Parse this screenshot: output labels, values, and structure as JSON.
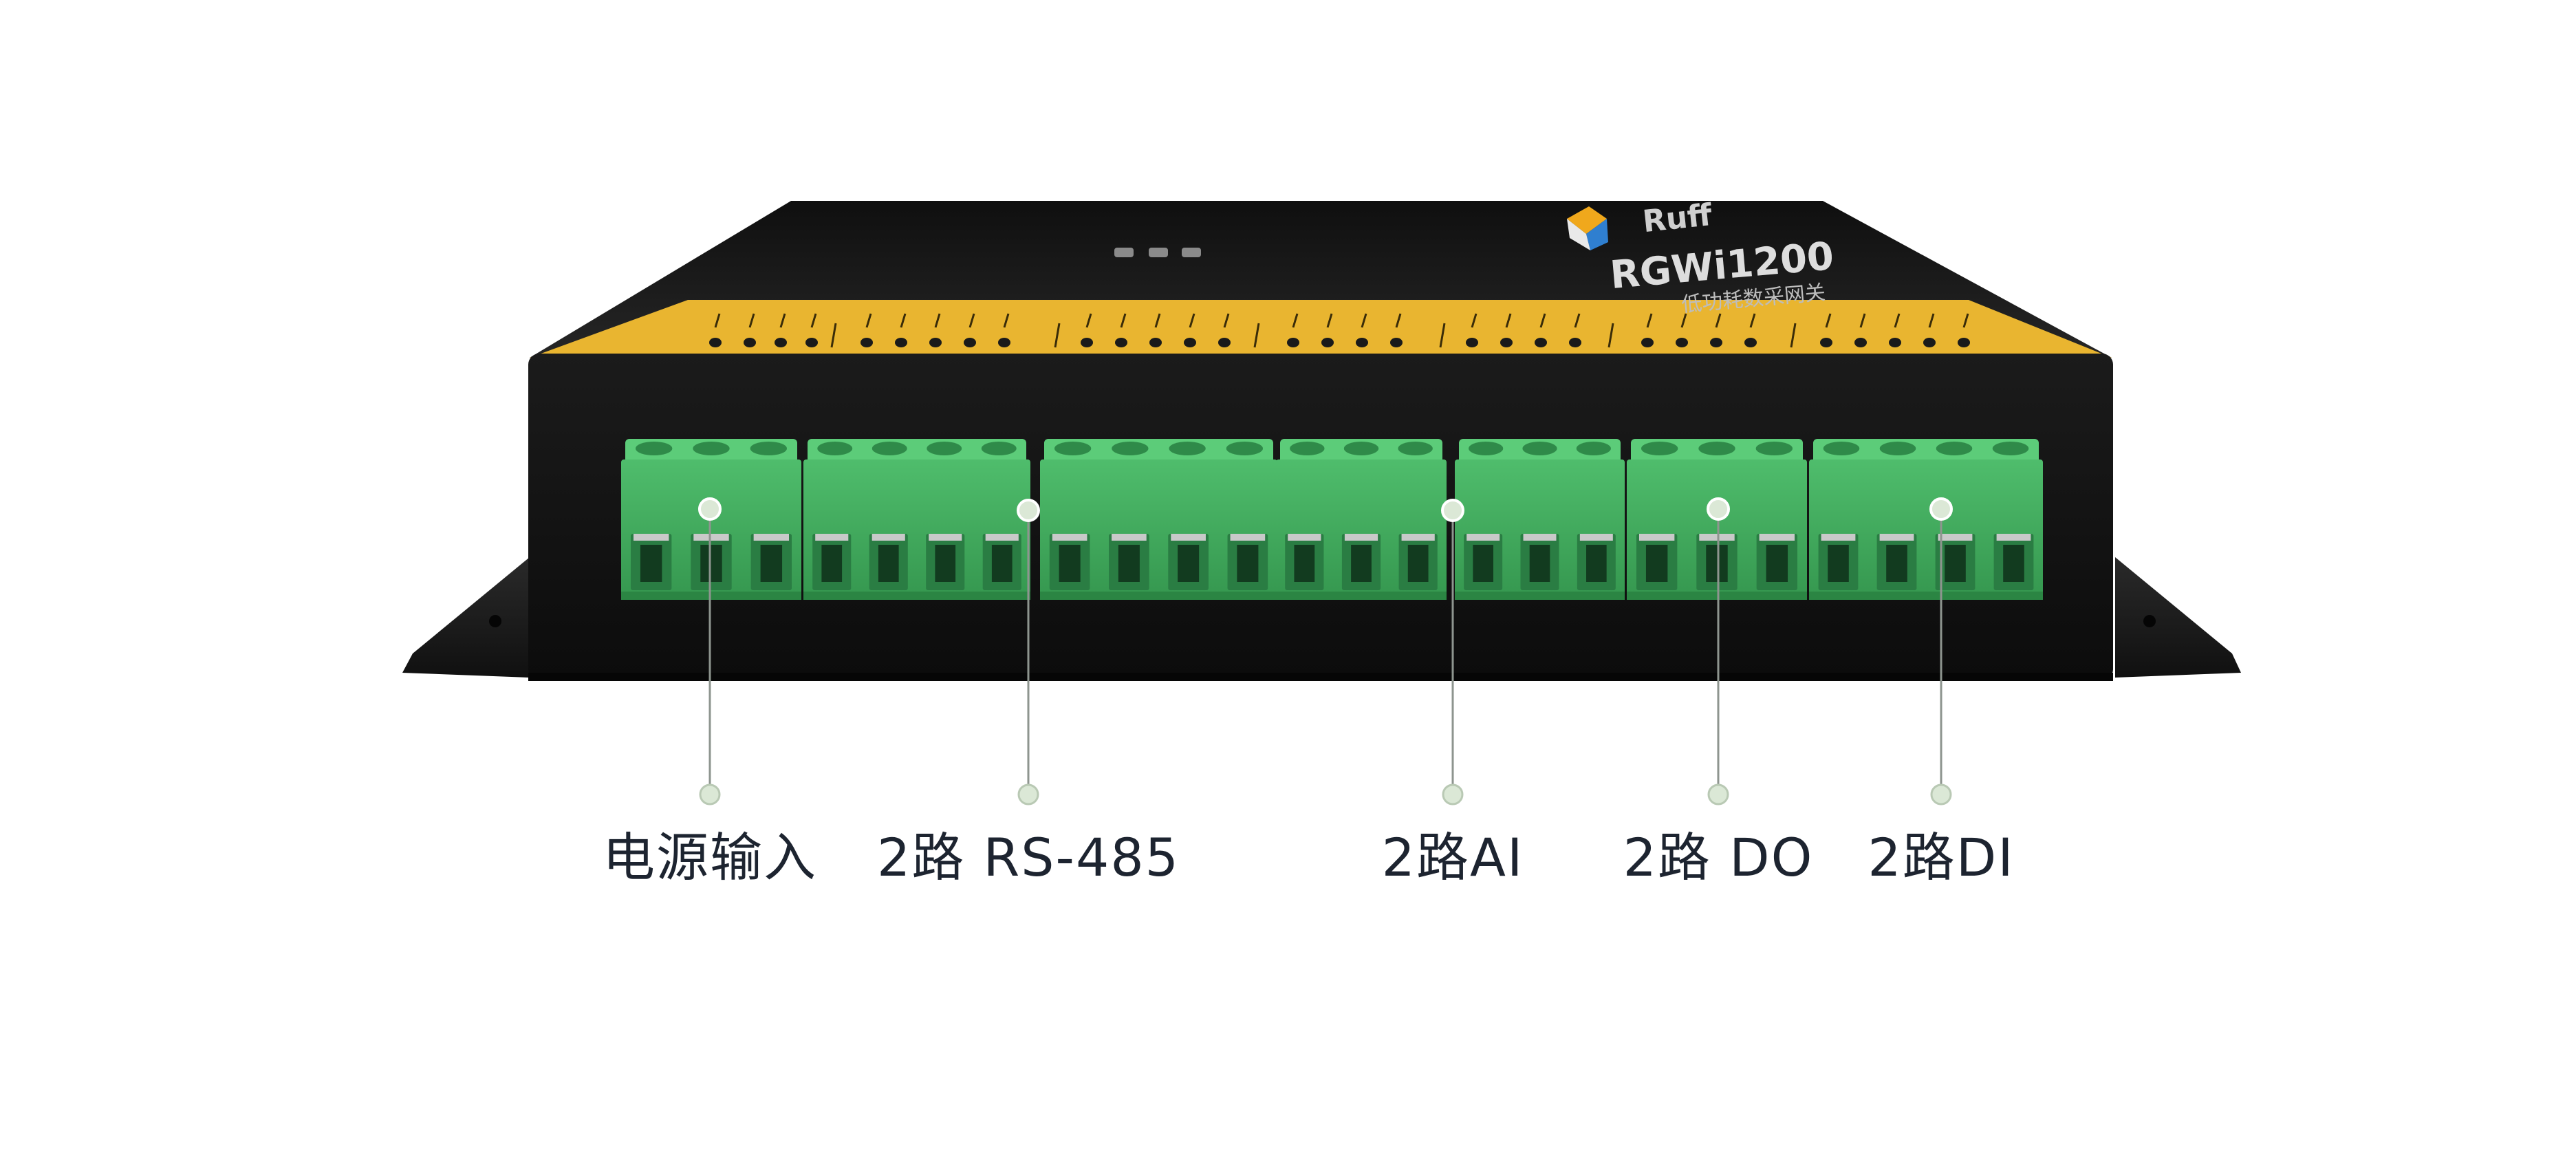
{
  "device": {
    "model": "RGWi1200",
    "subtitle": "低功耗数采网关",
    "brand": "Ruff",
    "colors": {
      "top_panel": "#1c1c1c",
      "yellow_strip": "#e9b530",
      "body": "#141414",
      "terminal": "#3ea65c",
      "terminal_dark": "#1f5a2f",
      "callout_dot": "#dbe8d6",
      "callout_line": "#8e958f"
    }
  },
  "callouts": [
    {
      "id": "power",
      "label": "电源输入"
    },
    {
      "id": "rs485",
      "label": "2路 RS-485"
    },
    {
      "id": "ai",
      "label": "2路AI"
    },
    {
      "id": "do",
      "label": "2路 DO"
    },
    {
      "id": "di",
      "label": "2路DI"
    }
  ]
}
